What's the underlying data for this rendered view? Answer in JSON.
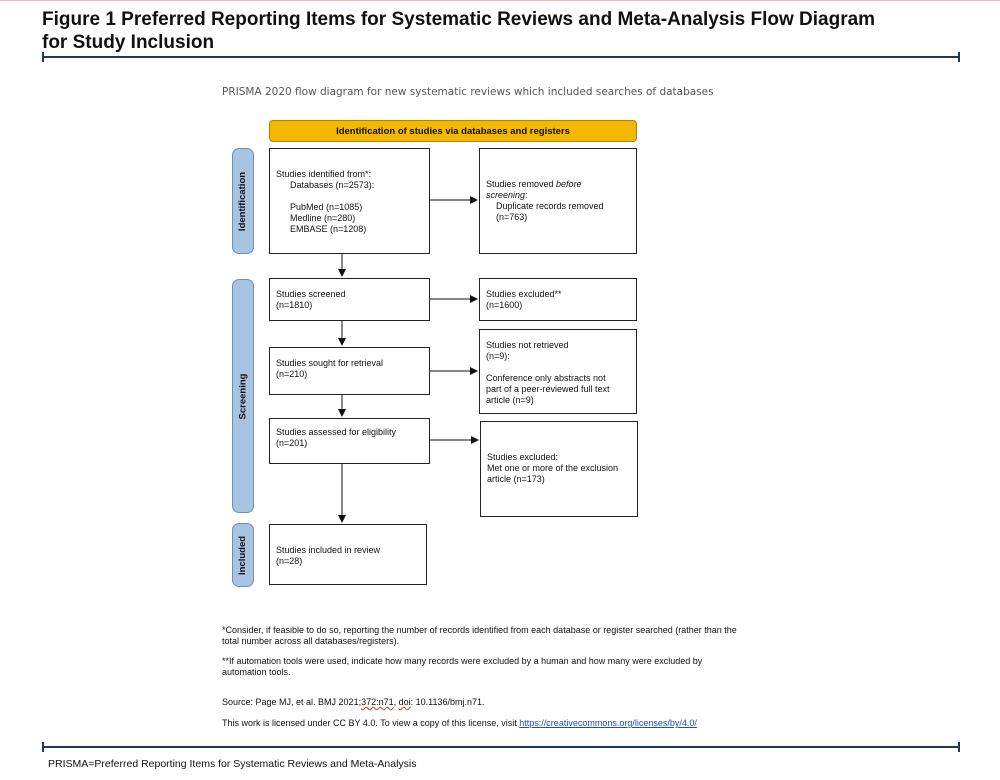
{
  "figure_title_line1": "Figure 1 Preferred Reporting Items for Systematic Reviews and Meta-Analysis Flow Diagram",
  "figure_title_line2": "for Study Inclusion",
  "prisma_heading": "PRISMA 2020 flow diagram for new systematic reviews which included searches of databases",
  "banner": "Identification of studies via databases and registers",
  "phases": {
    "identification": "Identification",
    "screening": "Screening",
    "included": "Included"
  },
  "boxes": {
    "identified": {
      "line1": "Studies identified from*:",
      "line2": "Databases (n=2573):",
      "line3": "PubMed (n=1085)",
      "line4": "Medline (n=280)",
      "line5": "EMBASE (n=1208)"
    },
    "removed": {
      "line1_a": "Studies removed ",
      "line1_b": "before",
      "line2": "screening",
      "line2_colon": ":",
      "line3": "Duplicate records removed",
      "line4": "(n=763)"
    },
    "screened": {
      "line1": "Studies screened",
      "line2": "(n=1810)"
    },
    "excluded1": {
      "line1": "Studies excluded**",
      "line2": "(n=1600)"
    },
    "sought": {
      "line1": "Studies sought for retrieval",
      "line2": "(n=210)"
    },
    "not_retrieved": {
      "line1": "Studies not retrieved",
      "line2": "(n=9):",
      "line3": "Conference only abstracts not",
      "line4": "part of a peer-reviewed full text",
      "line5": "article (n=9)"
    },
    "assessed": {
      "line1": "Studies assessed for eligibility",
      "line2": "(n=201)"
    },
    "excluded2": {
      "line1": "Studies excluded:",
      "line2": "Met one or more of the exclusion",
      "line3": "article (n=173)"
    },
    "included": {
      "line1": "Studies included in review",
      "line2": "(n=28)"
    }
  },
  "notes": {
    "note1_line1": "*Consider, if feasible to do so, reporting the number of records identified from each database or register searched (rather than the",
    "note1_line2": "total number across all databases/registers).",
    "note2_line1": "**If automation tools were used, indicate how many records were excluded by a human and how many were excluded by",
    "note2_line2": "automation tools.",
    "source_a": "Source: Page MJ, et al. BMJ 2021;",
    "source_b": "372:n71",
    "source_c": ", ",
    "source_d": "doi",
    "source_e": ": 10.1136/bmj.n71.",
    "license_text": "This work is licensed under CC BY 4.0. To view a copy of this license, visit ",
    "license_link": "https://creativecommons.org/licenses/by/4.0/"
  },
  "footer": "PRISMA=Preferred Reporting Items for Systematic Reviews and Meta-Analysis",
  "colors": {
    "banner": "#f5b800",
    "phase": "#a8c4e3",
    "rule": "#24355a",
    "link": "#1b4fb0"
  }
}
